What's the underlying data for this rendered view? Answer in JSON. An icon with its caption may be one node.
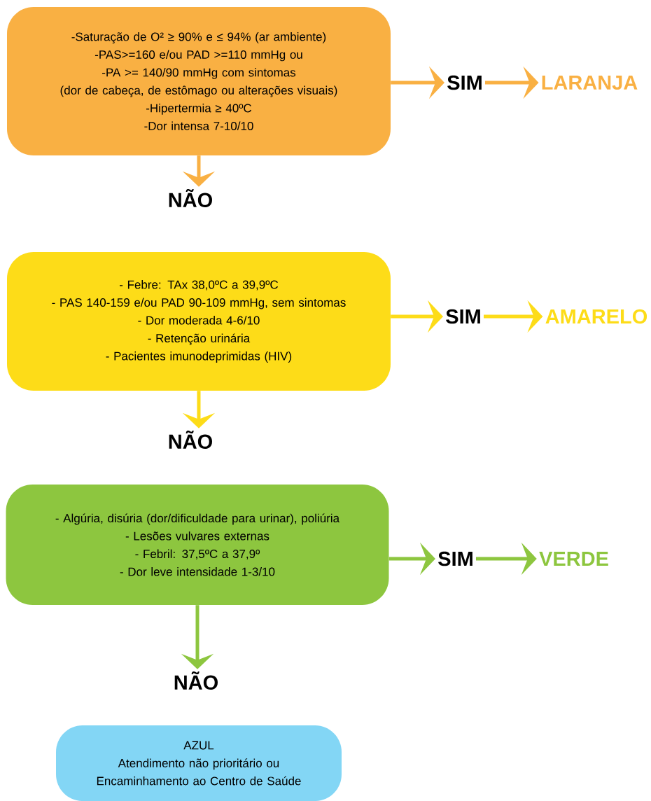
{
  "diagram": {
    "nodes": [
      {
        "text": [
          "-Saturação de O² ≥ 90% e ≤ 94% (ar ambiente)",
          "-PAS>=160 e/ou PAD >=110 mmHg ou",
          "-PA >= 140/90 mmHg com sintomas",
          "(dor de cabeça, de estômago ou alterações visuais)",
          "-Hipertermia ≥ 40ºC",
          "-Dor intensa 7-10/10"
        ]
      },
      {
        "text": [
          "SIM"
        ]
      },
      {
        "text": [
          "LARANJA"
        ]
      },
      {
        "text": [
          "NÃO"
        ]
      },
      {
        "text": [
          "- Febre: TAx 38,0ºC a 39,9ºC",
          "- PAS 140-159 e/ou PAD 90-109 mmHg, sem sintomas",
          "- Dor moderada 4-6/10",
          "- Retenção urinária",
          "- Pacientes imunodeprimidas (HIV)"
        ]
      },
      {
        "text": [
          "SIM"
        ]
      },
      {
        "text": [
          "AMARELO"
        ]
      },
      {
        "text": [
          "NÃO"
        ]
      },
      {
        "text": [
          "- Algúria, disúria (dor/dificuldade para urinar), poliúria",
          "- Lesões vulvares externas",
          "- Febril: 37,5ºC a 37,9º",
          "- Dor leve intensidade 1-3/10"
        ]
      },
      {
        "text": [
          "SIM"
        ]
      },
      {
        "text": [
          "VERDE"
        ]
      },
      {
        "text": [
          "NÃO"
        ]
      },
      {
        "text": [
          "AZUL",
          "Atendimento não prioritário ou Encaminhamento ao Centro de Saúde"
        ]
      }
    ],
    "edges": [
      {
        "from": 0,
        "to": 1,
        "arrow": "to",
        "color": "#f9b043"
      },
      {
        "from": 1,
        "to": 2,
        "arrow": "to",
        "color": "#f9b043"
      },
      {
        "from": 0,
        "to": 3,
        "arrow": "to",
        "color": "#f9b043"
      },
      {
        "from": 4,
        "to": 5,
        "arrow": "to",
        "color": "#fddc18"
      },
      {
        "from": 5,
        "to": 6,
        "arrow": "to",
        "color": "#fddc18"
      },
      {
        "from": 4,
        "to": 7,
        "arrow": "to",
        "color": "#fddc18"
      },
      {
        "from": 8,
        "to": 9,
        "arrow": "to",
        "color": "#8dc63f"
      },
      {
        "from": 9,
        "to": 10,
        "arrow": "to",
        "color": "#8dc63f"
      },
      {
        "from": 8,
        "to": 11,
        "arrow": "to",
        "color": "#8dc63f"
      }
    ]
  }
}
